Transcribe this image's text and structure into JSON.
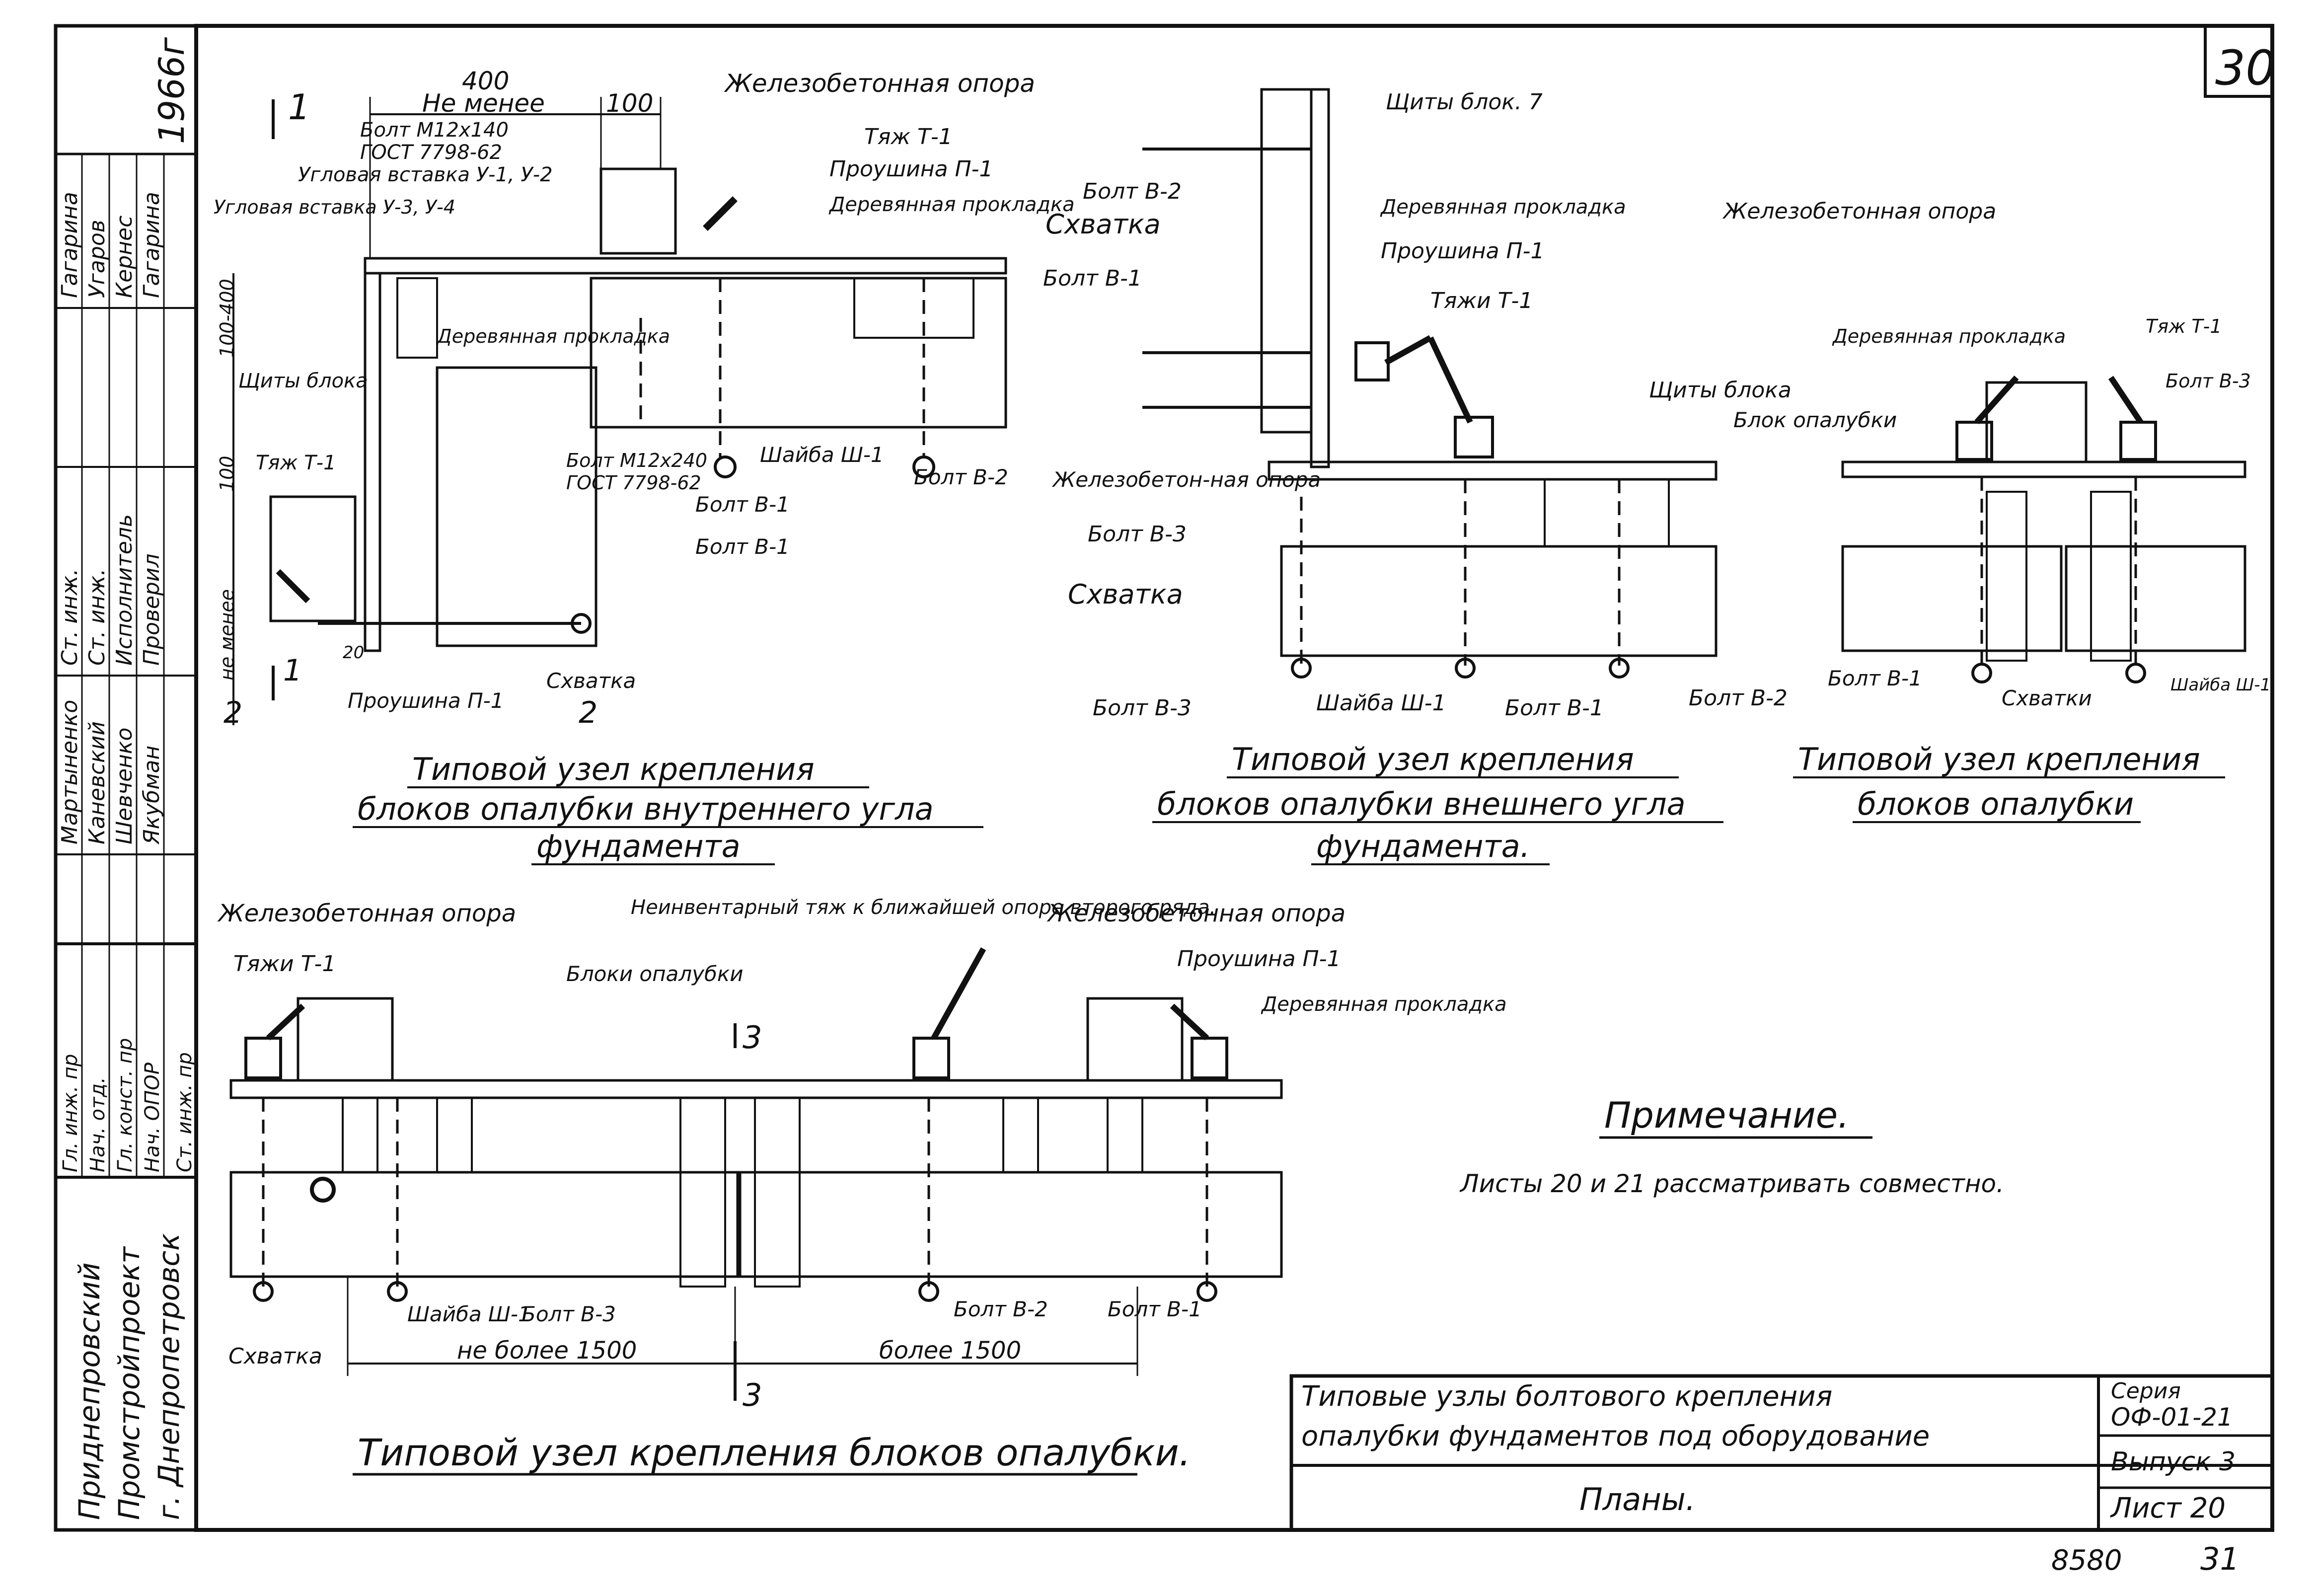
{
  "sheet": {
    "corner_number": "30",
    "year": "1966г",
    "bottom_left_number": "8580",
    "bottom_right_number": "31"
  },
  "side_block": {
    "org": [
      "Приднепровский",
      "Промстройпроект",
      "г. Днепропетровск"
    ],
    "roles": [
      "Гл. инж. пр",
      "Нач. отд.",
      "Гл. конст. пр",
      "Нач. ОПОР",
      "Ст. инж. пр",
      "Ст. инж.",
      "Ст. инж.",
      "Исполнитель",
      "Проверил"
    ],
    "names": [
      "Мартыненко",
      "Каневский",
      "Шевченко",
      "Якубман",
      "Гагарина",
      "Угаров",
      "Кернес",
      "Гагарина"
    ]
  },
  "notes": {
    "heading": "Примечание.",
    "text": "Листы 20 и 21 рассматривать совместно."
  },
  "title_block": {
    "title_line1": "Типовые узлы болтового крепления",
    "title_line2": "опалубки фундаментов под оборудование",
    "subtitle": "Планы.",
    "series_label": "Серия",
    "series_value": "ОФ-01-21",
    "issue": "Выпуск 3",
    "sheet": "Лист 20"
  },
  "captions": {
    "inner_corner": [
      "Типовой узел крепления",
      "блоков опалубки внутреннего угла",
      "фундамента"
    ],
    "outer_corner": [
      "Типовой узел крепления",
      "блоков опалубки внешнего угла",
      "фундамента."
    ],
    "block_joint": [
      "Типовой узел крепления",
      "блоков опалубки"
    ],
    "long_plan": "Типовой узел крепления блоков опалубки."
  },
  "labels": {
    "d1_top": "400",
    "d1_notless": "Не менее",
    "d1_100": "100",
    "rc_support": "Железобетонная опора",
    "bolt_m12x140": "Болт М12х140",
    "gost": "ГОСТ 7798-62",
    "corner_insert_u12": "Угловая вставка У-1, У-2",
    "corner_insert_u34": "Угловая вставка У-3, У-4",
    "tie_t1": "Тяж Т-1",
    "lug_p1": "Проушина П-1",
    "wood_pad": "Деревянная прокладка",
    "dim_100_400": "100-400",
    "panels_block": "Щиты блока",
    "bolt_m12x240": "Болт М12х240",
    "gost2": "ГОСТ 7798-62",
    "washer_sh1": "Шайба Ш-1",
    "bolt_b2": "Болт В-2",
    "bolt_b1": "Болт В-1",
    "bolt_b3": "Болт В-3",
    "dim_100": "100",
    "notless_v": "не менее",
    "clamp": "Схватка",
    "clamps": "Схватки",
    "section_1": "1",
    "section_2": "2",
    "section_3": "3",
    "dim_20": "20",
    "panels_block_7": "Щиты блок. 7",
    "tie_t1_b": "Тяжи Т-1",
    "rc_support_wrap": "Железобетон-ная опора",
    "formwork_block": "Блок опалубки",
    "bolt_b3_right": "Болт В-3",
    "formwork_blocks": "Блоки опалубки",
    "nonstd_tie": "Неинвентарный тяж к ближайшей опоре второго ряда.",
    "tie_t1_c": "Тяжи Т-1",
    "dim_not_more_1500": "не более 1500",
    "dim_more_1500": "более 1500"
  },
  "colors": {
    "ink": "#111111",
    "paper": "#ffffff"
  }
}
